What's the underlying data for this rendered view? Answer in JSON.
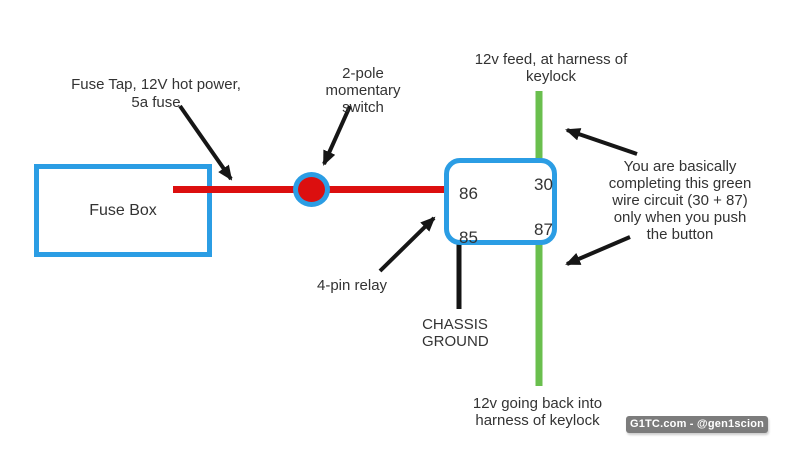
{
  "colors": {
    "box_blue": "#2b9de4",
    "wire_red": "#dc0f0f",
    "wire_green": "#6abf4e",
    "wire_black": "#141414",
    "arrow_black": "#161616",
    "text": "#333333",
    "watermark_bg": "#7c7c7c",
    "watermark_text": "#ffffff"
  },
  "fuse_box": {
    "label": "Fuse Box"
  },
  "fuse_tap": {
    "line1": "Fuse Tap, 12V hot power,",
    "line2": "5a fuse"
  },
  "switch": {
    "line1": "2-pole momentary",
    "line2": "switch"
  },
  "feed": {
    "line1": "12v feed, at harness of",
    "line2": "keylock"
  },
  "relay": {
    "label": "4-pin relay",
    "pins": {
      "tl": "86",
      "tr": "30",
      "bl": "85",
      "br": "87"
    }
  },
  "chassis": {
    "line1": "CHASSIS",
    "line2": "GROUND"
  },
  "back": {
    "line1": "12v going back into",
    "line2": "harness of keylock"
  },
  "note": {
    "line1": "You are basically",
    "line2": "completing this green",
    "line3": "wire circuit (30 + 87)",
    "line4": "only when you push",
    "line5": "the button"
  },
  "watermark": {
    "text": "G1TC.com - @gen1scion"
  }
}
